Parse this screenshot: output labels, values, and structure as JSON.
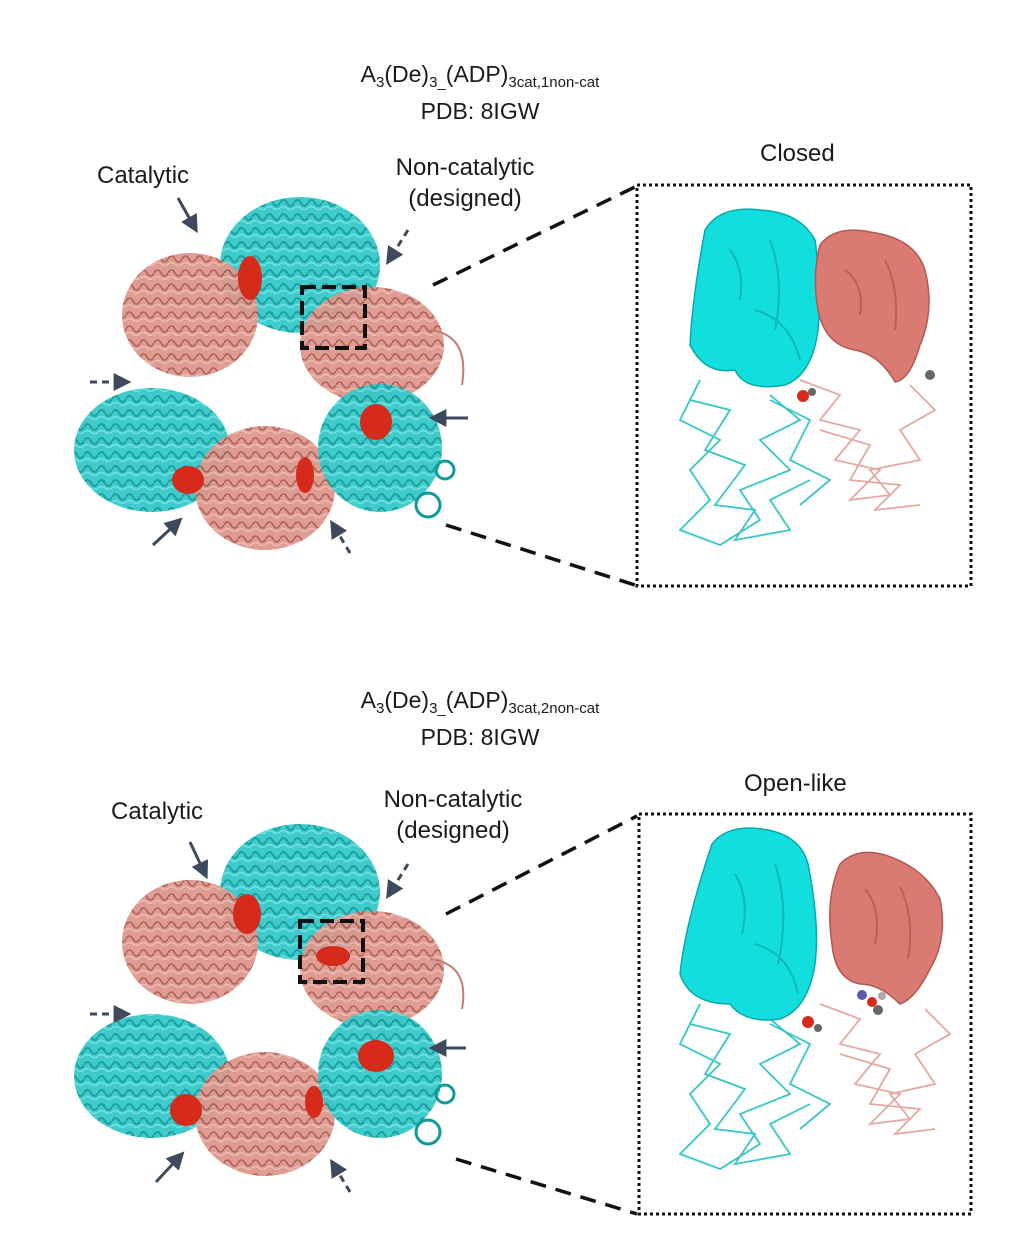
{
  "colors": {
    "catalytic_subunit": "#2ec4c4",
    "noncatalytic_subunit": "#d9897f",
    "ligand": "#d62a1a",
    "arrow": "#3d4a5c"
  },
  "panels": [
    {
      "title": {
        "prefix": "A",
        "sub1": "3",
        "mid": "(De)",
        "sub2": "3_",
        "ligand": "(ADP)",
        "sub3": "3cat,1non-cat"
      },
      "pdb": "PDB: 8IGW",
      "label_catalytic": "Catalytic",
      "label_noncat_line1": "Non-catalytic",
      "label_noncat_line2": "(designed)",
      "inset_label": "Closed"
    },
    {
      "title": {
        "prefix": "A",
        "sub1": "3",
        "mid": "(De)",
        "sub2": "3_",
        "ligand": "(ADP)",
        "sub3": "3cat,2non-cat"
      },
      "pdb": "PDB: 8IGW",
      "label_catalytic": "Catalytic",
      "label_noncat_line1": "Non-catalytic",
      "label_noncat_line2": "(designed)",
      "inset_label": "Open-like"
    }
  ]
}
